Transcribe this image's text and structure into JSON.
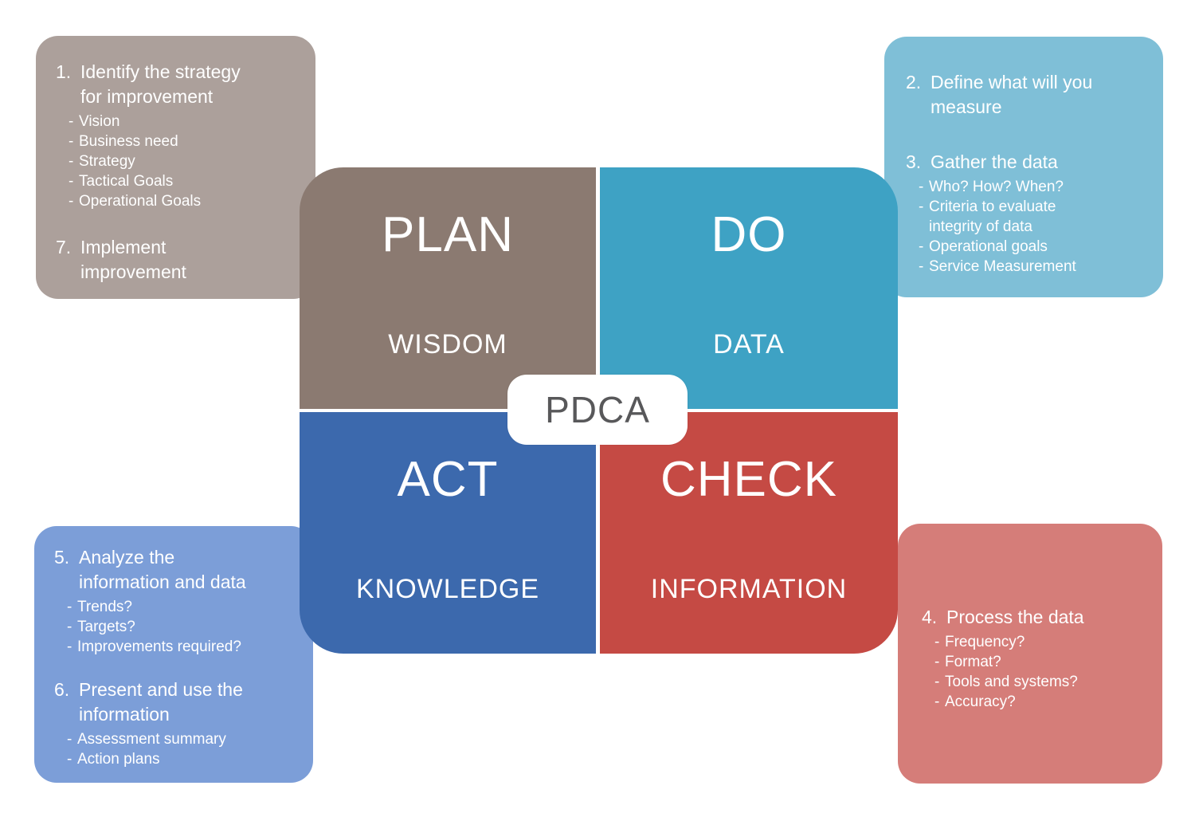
{
  "bullet": "-",
  "center_label": "PDCA",
  "colors": {
    "plan": "#8b7a71",
    "do": "#3ea2c4",
    "act": "#3c69ad",
    "check": "#c54a44",
    "callout_plan": "#aca09b",
    "callout_do": "#7fbfd7",
    "callout_act": "#7c9ed8",
    "callout_check": "#d57d79",
    "center_text": "#58585a"
  },
  "quadrants": {
    "plan": {
      "title": "PLAN",
      "subtitle": "WISDOM"
    },
    "do": {
      "title": "DO",
      "subtitle": "DATA"
    },
    "act": {
      "title": "ACT",
      "subtitle": "KNOWLEDGE"
    },
    "check": {
      "title": "CHECK",
      "subtitle": "INFORMATION"
    }
  },
  "callouts": {
    "top_left": {
      "sections": [
        {
          "num": "1.",
          "lines": [
            "Identify the strategy",
            "for improvement"
          ],
          "items": [
            "Vision",
            "Business need",
            "Strategy",
            "Tactical Goals",
            "Operational Goals"
          ]
        },
        {
          "num": "7.",
          "lines": [
            "Implement",
            "improvement"
          ],
          "items": []
        }
      ]
    },
    "top_right": {
      "sections": [
        {
          "num": "2.",
          "lines": [
            "Define what will you",
            "measure"
          ],
          "items": []
        },
        {
          "num": "3.",
          "lines": [
            "Gather the data"
          ],
          "items": [
            "Who? How? When?",
            "Criteria to evaluate integrity of data",
            "Operational goals",
            "Service Measurement"
          ]
        }
      ]
    },
    "bottom_left": {
      "sections": [
        {
          "num": "5.",
          "lines": [
            "Analyze the",
            "information and data"
          ],
          "items": [
            "Trends?",
            "Targets?",
            "Improvements required?"
          ]
        },
        {
          "num": "6.",
          "lines": [
            "Present and use the",
            "information"
          ],
          "items": [
            "Assessment summary",
            "Action plans"
          ]
        }
      ]
    },
    "bottom_right": {
      "sections": [
        {
          "num": "4.",
          "lines": [
            "Process the data"
          ],
          "items": [
            "Frequency?",
            "Format?",
            "Tools and systems?",
            "Accuracy?"
          ]
        }
      ]
    }
  }
}
